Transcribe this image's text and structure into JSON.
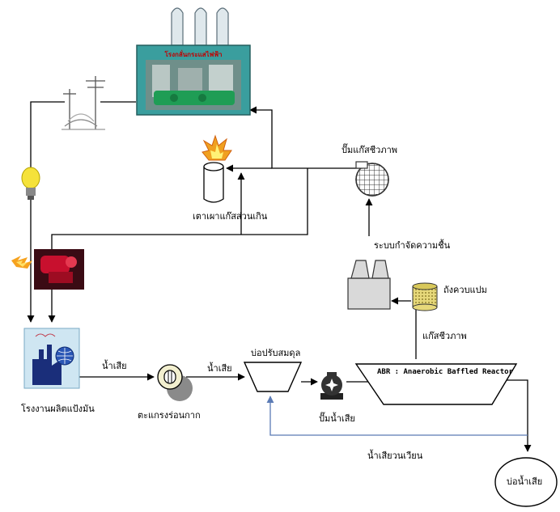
{
  "power_plant": {
    "title": "โรงกลั่นกระแสไฟฟ้า"
  },
  "flare": {
    "label": "เตาเผาแก๊สส่วนเกิน"
  },
  "biogas_blower": {
    "label": "ปั๊มแก๊สชีวภาพ"
  },
  "moisture_removal": {
    "label": "ระบบกำจัดความชื้น"
  },
  "scrubber": {
    "label": "ถังควบแปม"
  },
  "biogas": {
    "label": "แก๊สชีวภาพ"
  },
  "abr": {
    "label": "ABR : Anaerobic Baffled Reactor"
  },
  "factory": {
    "label": "โรงงานผลิตแป้งมัน"
  },
  "wastewater_1": {
    "label": "น้ำเสีย"
  },
  "screen": {
    "label": "ตะแกรงร่อนกาก"
  },
  "wastewater_2": {
    "label": "น้ำเสีย"
  },
  "equalization": {
    "label": "บ่อปรับสมดุล"
  },
  "pump": {
    "label": "ปั๊มน้ำเสีย"
  },
  "recirculation": {
    "label": "น้ำเสียวนเวียน"
  },
  "pond": {
    "label": "บ่อน้ำเสีย"
  },
  "colors": {
    "line": "#000000",
    "recirculation_line": "#5b7bb5",
    "plant_frame": "#2e8b8b",
    "flame": "#f0a020",
    "bulb": "#f5e23a",
    "burner": "#c8102e"
  }
}
